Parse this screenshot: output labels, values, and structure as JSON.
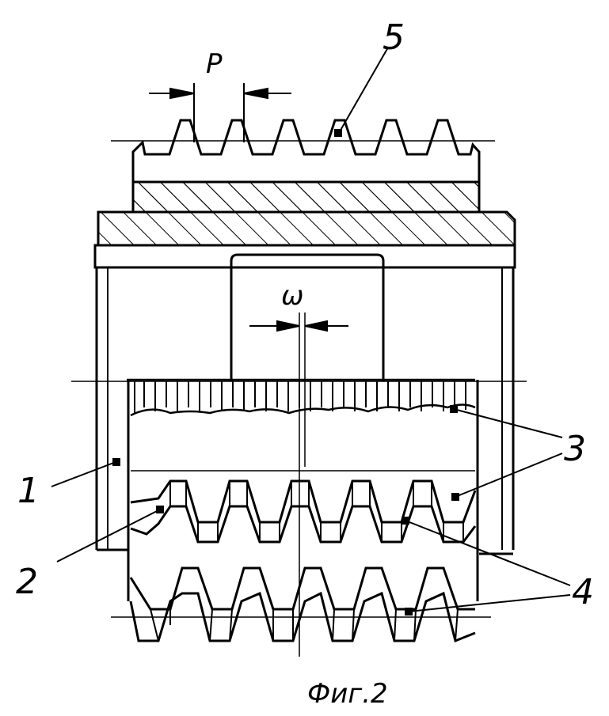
{
  "figure": {
    "caption": "Фиг.2",
    "dimension_labels": {
      "pitch": "P",
      "offset": "ω"
    },
    "part_labels": [
      "1",
      "2",
      "3",
      "4",
      "5"
    ],
    "colors": {
      "ink": "#000000",
      "paper": "#ffffff"
    }
  }
}
